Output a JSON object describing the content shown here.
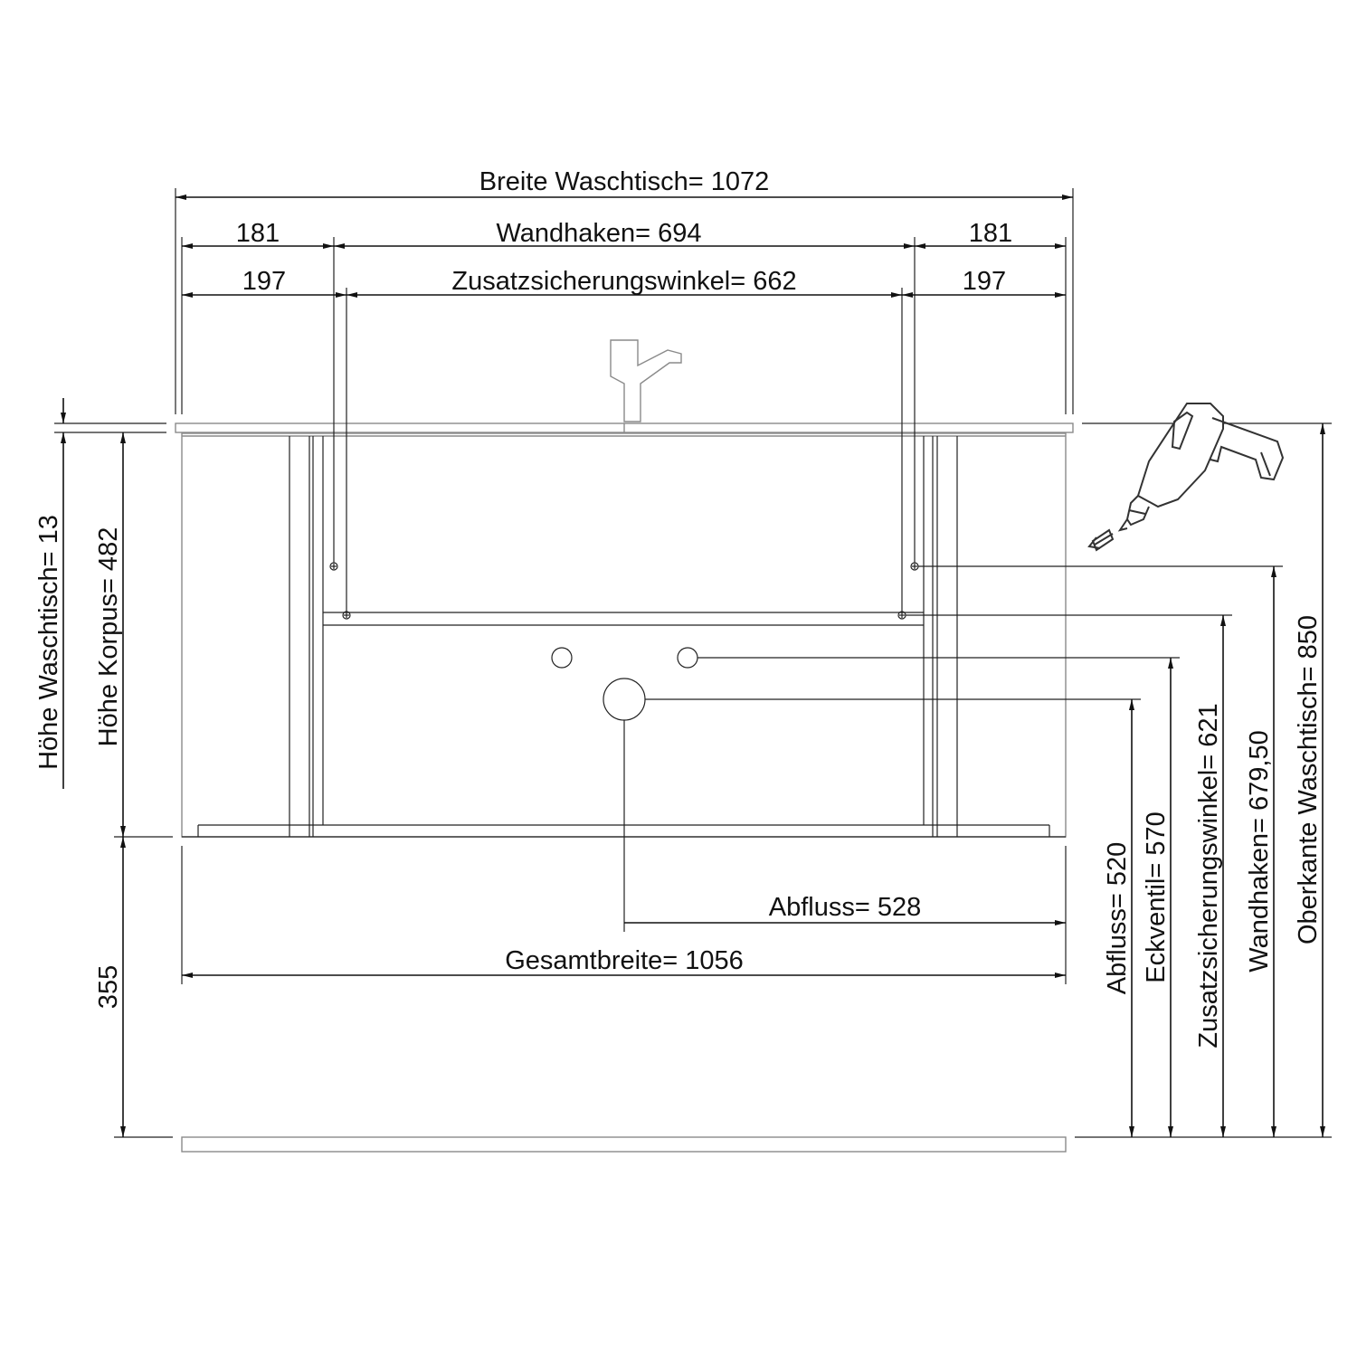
{
  "horizontal_dimensions": {
    "breite_waschtisch": "Breite Waschtisch= 1072",
    "offset_left_top": "181",
    "wandhaken": "Wandhaken=  694",
    "offset_right_top": "181",
    "offset_left_second": "197",
    "zusatzsicherungswinkel": "Zusatzsicherungswinkel=  662",
    "offset_right_second": "197",
    "abfluss": "Abfluss= 528",
    "gesamtbreite": "Gesamtbreite= 1056"
  },
  "left_dimensions": {
    "hoehe_waschtisch": "Höhe Waschtisch= 13",
    "hoehe_korpus": "Höhe Korpus= 482",
    "floor_clearance": "355"
  },
  "right_dimensions": {
    "abfluss": "Abfluss= 520",
    "eckventil": "Eckventil= 570",
    "zusatzsicherungswinkel": "Zusatzsicherungswinkel= 621",
    "wandhaken": "Wandhaken= 679,50",
    "oberkante_waschtisch": "Oberkante Waschtisch= 850"
  },
  "icons": [
    "drill-icon",
    "faucet-icon"
  ]
}
